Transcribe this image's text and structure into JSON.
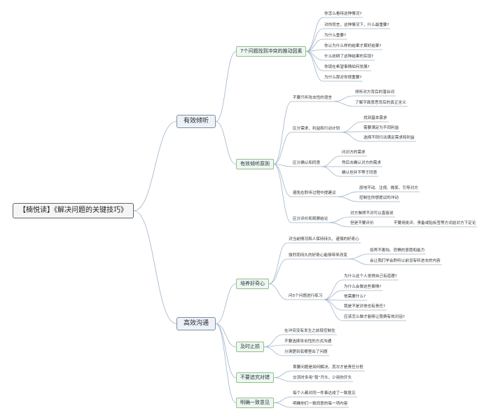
{
  "root": "【楠悦读】《解决问题的关键技巧》",
  "colors": {
    "root_border": "#666666",
    "branch_border": "#7a8fa8",
    "sub_border": "#8fbf8f",
    "line": "#9fb4c8"
  },
  "branches": [
    {
      "label": "有效倾听",
      "children": [
        {
          "label": "7个问题找到冲突的推动因素",
          "leaves": [
            {
              "text": "你怎么看待这种情况?"
            },
            {
              "text": "对你而言，这种情况下，什么最重要?"
            },
            {
              "text": "为什么重要?"
            },
            {
              "text": "你认为什么样的结果才算好结果?"
            },
            {
              "text": "什么妨碍了这种结果的实现?"
            },
            {
              "text": "你现在希望事情如何发展?"
            },
            {
              "text": "为什么那对你很重要?"
            }
          ]
        },
        {
          "label": "有效倾听原则",
          "leaves": [
            {
              "text": "不要只听攻击性的语言",
              "children": [
                {
                  "text": "倾听对方背后的潜台词"
                },
                {
                  "text": "了解字面意思背后的真正含义"
                }
              ]
            },
            {
              "text": "区分需求、利益和行动计划",
              "children": [
                {
                  "text": "找到基本需求"
                },
                {
                  "text": "需要满足为不同利益"
                },
                {
                  "text": "选择不同行动满足需求和利益"
                }
              ]
            },
            {
              "text": "区分确认和同意",
              "children": [
                {
                  "text": "问对方的需求"
                },
                {
                  "text": "然后去确认对方的需求"
                },
                {
                  "text": "确认但并不等于同意"
                }
              ]
            },
            {
              "text": "避免在聆听过程中提建议",
              "children": [
                {
                  "text": "原地不动、注视、微笑、引导对方"
                },
                {
                  "text": "控制住你想提议的冲动"
                }
              ]
            },
            {
              "text": "区分评价和观察结论",
              "children": [
                {
                  "text": "对方做得不对可以直接说"
                },
                {
                  "text": "但是不要评价",
                  "children": [
                    {
                      "text": "不要用批评、责备或贴标签等方式给对方下定论"
                    }
                  ]
                }
              ]
            }
          ]
        }
      ]
    },
    {
      "label": "高效沟通",
      "children": [
        {
          "label": "培养好奇心",
          "leaves": [
            {
              "text": "对当前情况和人保持持久、谨慎的好奇心"
            },
            {
              "text": "强烈而持久的好奇心能够带来改变",
              "children": [
                {
                  "text": "培养不害怕、恐惧的意愿和能力"
                },
                {
                  "text": "会让我们学会聆听以前没有听进去的内容"
                }
              ]
            },
            {
              "text": "问5个问题进行练习",
              "children": [
                {
                  "text": "为什么这个人觉得自己有道理?"
                },
                {
                  "text": "为什么会做这些事情?"
                },
                {
                  "text": "他需要什么?"
                },
                {
                  "text": "我是不是对他也有责任?"
                },
                {
                  "text": "应该怎么做才能够让我俩有效对话?"
                }
              ]
            }
          ]
        },
        {
          "label": "及时止损",
          "leaves": [
            {
              "text": "在冲突没有发生之前就控制住"
            },
            {
              "text": "不要选择攻击性的方式沟通"
            },
            {
              "text": "分清楚到底哪里出了问题"
            }
          ]
        },
        {
          "label": "不要追究对错",
          "leaves": [
            {
              "text": "首要问题是如何解决，其次才是责任分担"
            },
            {
              "text": "交流时多用“我”开头，少用你开头"
            }
          ]
        },
        {
          "label": "明确一致意见",
          "leaves": [
            {
              "text": "每个人都对同一件事达成了一致意见"
            },
            {
              "text": "明确你们一致同意的每一项内容"
            }
          ]
        }
      ]
    }
  ]
}
